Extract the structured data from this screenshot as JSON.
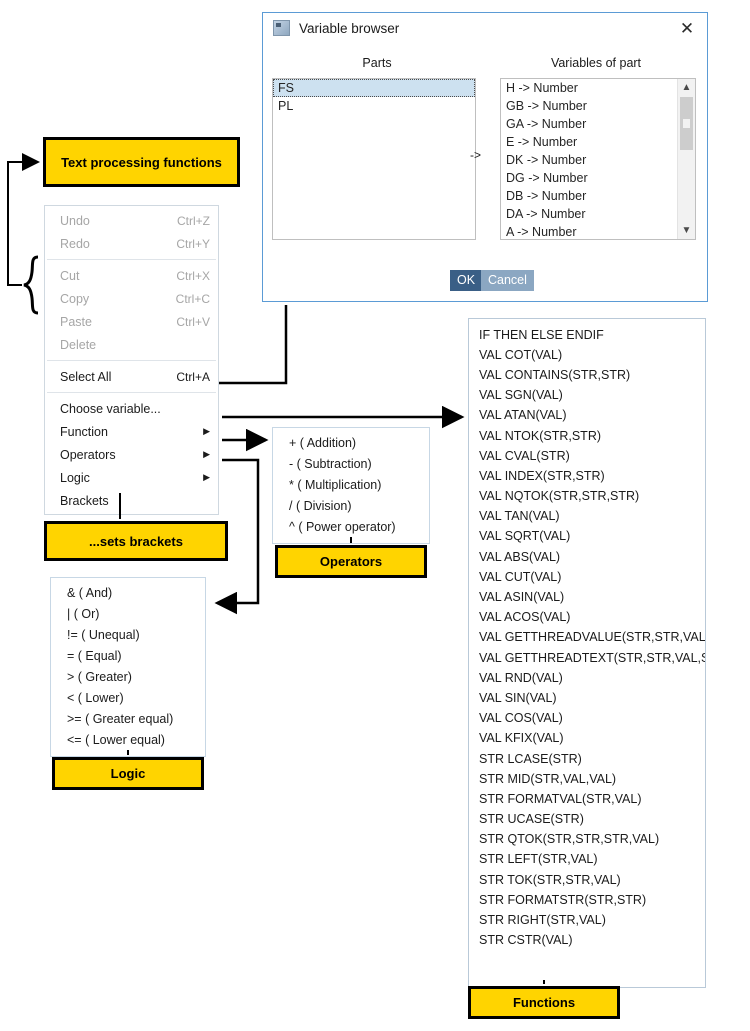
{
  "dialog": {
    "title": "Variable browser",
    "icon": "app-icon",
    "close_icon": "close-icon",
    "parts_header": "Parts",
    "variables_header": "Variables of part",
    "transfer_arrow": "->",
    "parts": [
      {
        "label": "FS",
        "selected": true
      },
      {
        "label": "PL",
        "selected": false
      }
    ],
    "variables": [
      "A -> Number",
      "DA -> Number",
      "DB -> Number",
      "DG -> Number",
      "DK -> Number",
      "E -> Number",
      "GA -> Number",
      "GB -> Number",
      "H -> Number"
    ],
    "scroll_up_icon": "chevron-up-icon",
    "scroll_down_icon": "chevron-down-icon",
    "ok_label": "OK",
    "cancel_label": "Cancel",
    "ok_color": "#3a5f86",
    "cancel_color": "#8ba7c2",
    "border_color": "#5b9bd5"
  },
  "context_menu": {
    "items": [
      {
        "label": "Undo",
        "accel": "Ctrl+Z",
        "disabled": true,
        "submenu": false
      },
      {
        "label": "Redo",
        "accel": "Ctrl+Y",
        "disabled": true,
        "submenu": false
      },
      {
        "label": "Cut",
        "accel": "Ctrl+X",
        "disabled": true,
        "submenu": false
      },
      {
        "label": "Copy",
        "accel": "Ctrl+C",
        "disabled": true,
        "submenu": false
      },
      {
        "label": "Paste",
        "accel": "Ctrl+V",
        "disabled": true,
        "submenu": false
      },
      {
        "label": "Delete",
        "accel": "",
        "disabled": true,
        "submenu": false
      },
      {
        "label": "Select All",
        "accel": "Ctrl+A",
        "disabled": false,
        "submenu": false
      },
      {
        "label": "Choose variable...",
        "accel": "",
        "disabled": false,
        "submenu": false
      },
      {
        "label": "Function",
        "accel": "",
        "disabled": false,
        "submenu": true
      },
      {
        "label": "Operators",
        "accel": "",
        "disabled": false,
        "submenu": true
      },
      {
        "label": "Logic",
        "accel": "",
        "disabled": false,
        "submenu": true
      },
      {
        "label": "Brackets",
        "accel": "",
        "disabled": false,
        "submenu": false
      }
    ],
    "submenu_icon": "chevron-right-icon"
  },
  "operators_panel": {
    "items": [
      "+ ( Addition)",
      "- ( Subtraction)",
      "* ( Multiplication)",
      "/ ( Division)",
      "^ ( Power operator)"
    ]
  },
  "logic_panel": {
    "items": [
      "& ( And)",
      "| ( Or)",
      "!= ( Unequal)",
      "= ( Equal)",
      "> ( Greater)",
      "< ( Lower)",
      ">= ( Greater equal)",
      "<= ( Lower equal)"
    ]
  },
  "functions_panel": {
    "items": [
      "IF THEN ELSE ENDIF",
      "VAL COT(VAL)",
      "VAL CONTAINS(STR,STR)",
      "VAL SGN(VAL)",
      "VAL ATAN(VAL)",
      "VAL NTOK(STR,STR)",
      "VAL CVAL(STR)",
      "VAL INDEX(STR,STR)",
      "VAL NQTOK(STR,STR,STR)",
      "VAL TAN(VAL)",
      "VAL SQRT(VAL)",
      "VAL ABS(VAL)",
      "VAL CUT(VAL)",
      "VAL ASIN(VAL)",
      "VAL ACOS(VAL)",
      "VAL GETTHREADVALUE(STR,STR,VAL,STR)",
      "VAL GETTHREADTEXT(STR,STR,VAL,STR)",
      "VAL RND(VAL)",
      "VAL SIN(VAL)",
      "VAL COS(VAL)",
      "VAL KFIX(VAL)",
      "STR LCASE(STR)",
      "STR MID(STR,VAL,VAL)",
      "STR FORMATVAL(STR,VAL)",
      "STR UCASE(STR)",
      "STR QTOK(STR,STR,STR,VAL)",
      "STR LEFT(STR,VAL)",
      "STR TOK(STR,STR,VAL)",
      "STR FORMATSTR(STR,STR)",
      "STR RIGHT(STR,VAL)",
      "STR CSTR(VAL)"
    ]
  },
  "callouts": {
    "text_processing": "Text processing functions",
    "brackets": "...sets brackets",
    "logic": "Logic",
    "operators": "Operators",
    "functions": "Functions",
    "fill_color": "#ffd400",
    "border_color": "#000000"
  }
}
